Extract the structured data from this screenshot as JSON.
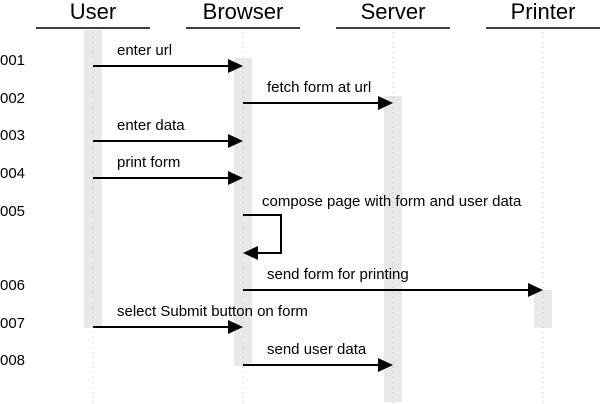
{
  "diagram": {
    "type": "sequence",
    "colors": {
      "activation": "#e8e8e8",
      "line": "#000000",
      "lifeline": "#bdbdbd",
      "background": "#ffffff"
    },
    "actors": [
      {
        "key": "user",
        "label": "User"
      },
      {
        "key": "browser",
        "label": "Browser"
      },
      {
        "key": "server",
        "label": "Server"
      },
      {
        "key": "printer",
        "label": "Printer"
      }
    ],
    "steps": [
      {
        "number": "001",
        "from": "user",
        "to": "browser",
        "label": "enter url"
      },
      {
        "number": "002",
        "from": "browser",
        "to": "server",
        "label": "fetch form at url"
      },
      {
        "number": "003",
        "from": "user",
        "to": "browser",
        "label": "enter data"
      },
      {
        "number": "004",
        "from": "user",
        "to": "browser",
        "label": "print form"
      },
      {
        "number": "005",
        "from": "browser",
        "to": "browser",
        "label": "compose page with form and user data"
      },
      {
        "number": "006",
        "from": "browser",
        "to": "printer",
        "label": "send form for printing"
      },
      {
        "number": "007",
        "from": "user",
        "to": "browser",
        "label": "select Submit button on form"
      },
      {
        "number": "008",
        "from": "browser",
        "to": "server",
        "label": "send user data"
      }
    ]
  }
}
